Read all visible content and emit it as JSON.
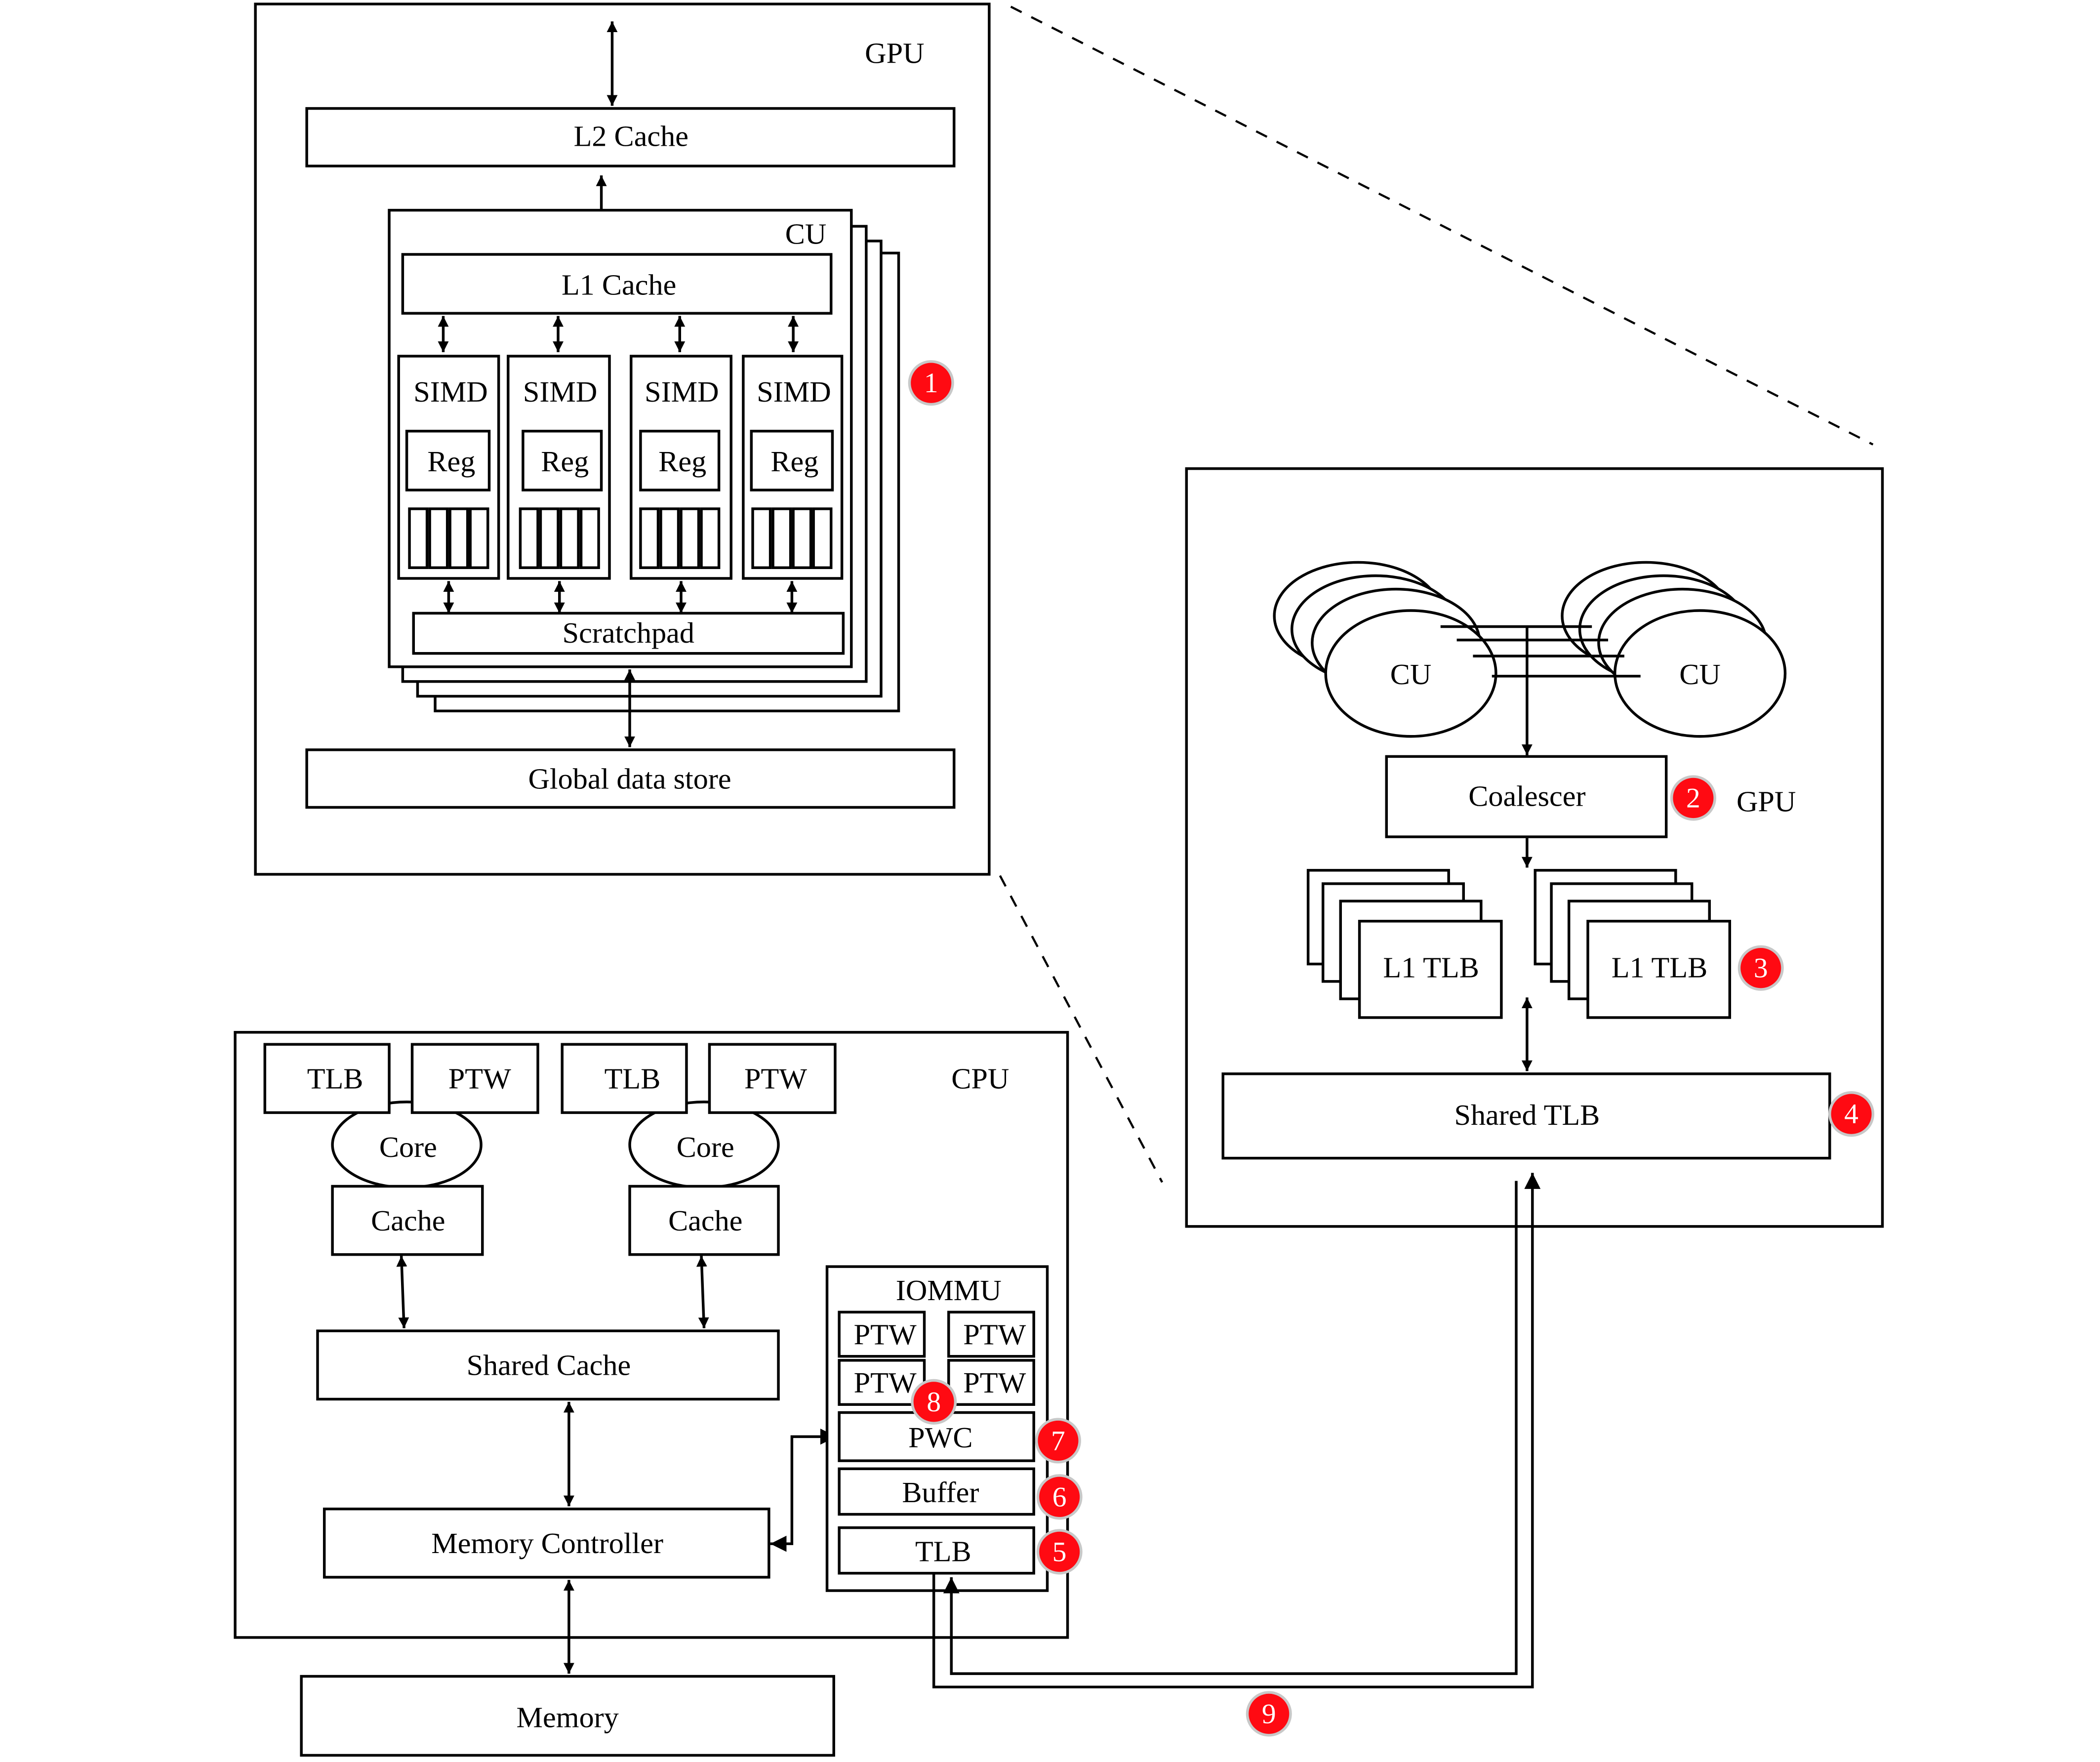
{
  "colors": {
    "stroke": "#000000",
    "background": "#ffffff",
    "badge_fill": "#ff0a12",
    "badge_ring": "#c8c8c8",
    "badge_text": "#ffffff"
  },
  "gpu_detail": {
    "title": "GPU",
    "l2_cache": "L2 Cache",
    "cu": {
      "label": "CU",
      "l1_cache": "L1 Cache",
      "simd_units": [
        {
          "label": "SIMD",
          "reg": "Reg"
        },
        {
          "label": "SIMD",
          "reg": "Reg"
        },
        {
          "label": "SIMD",
          "reg": "Reg"
        },
        {
          "label": "SIMD",
          "reg": "Reg"
        }
      ],
      "scratchpad": "Scratchpad"
    },
    "global_data_store": "Global data store"
  },
  "gpu_overview": {
    "title": "GPU",
    "cu_groups": [
      "CU",
      "CU"
    ],
    "coalescer": "Coalescer",
    "l1_tlbs": [
      "L1 TLB",
      "L1 TLB"
    ],
    "shared_tlb": "Shared TLB"
  },
  "cpu": {
    "title": "CPU",
    "cores": [
      {
        "tlb": "TLB",
        "ptw": "PTW",
        "core": "Core",
        "cache": "Cache"
      },
      {
        "tlb": "TLB",
        "ptw": "PTW",
        "core": "Core",
        "cache": "Cache"
      }
    ],
    "shared_cache": "Shared Cache",
    "memory_controller": "Memory Controller",
    "iommu": {
      "title": "IOMMU",
      "ptws": [
        "PTW",
        "PTW",
        "PTW",
        "PTW"
      ],
      "pwc": "PWC",
      "buffer": "Buffer",
      "tlb": "TLB"
    }
  },
  "memory": "Memory",
  "badges": [
    "1",
    "2",
    "3",
    "4",
    "5",
    "6",
    "7",
    "8",
    "9"
  ]
}
